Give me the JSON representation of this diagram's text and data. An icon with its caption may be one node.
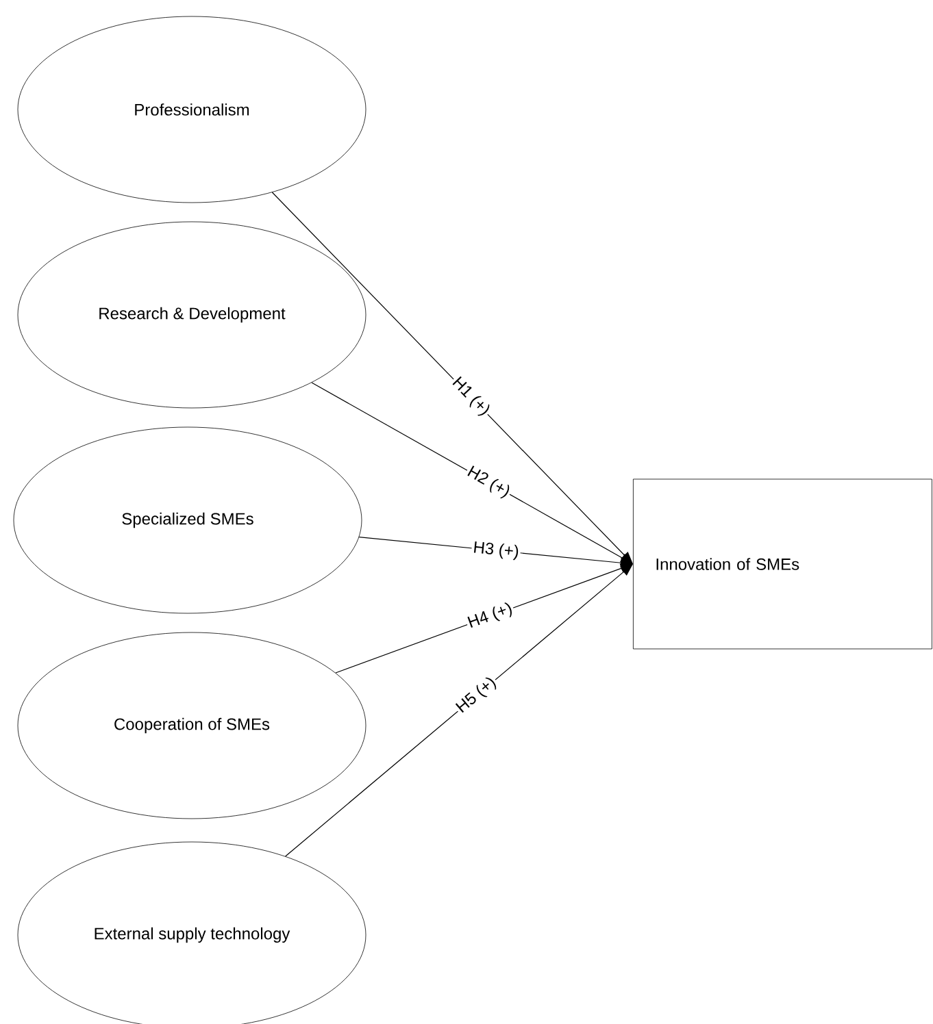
{
  "diagram": {
    "nodes": [
      {
        "text": [
          "Professionalism"
        ]
      },
      {
        "text": [
          "Research & Development"
        ]
      },
      {
        "text": [
          "Specialized SMEs"
        ]
      },
      {
        "text": [
          "Cooperation of SMEs"
        ]
      },
      {
        "text": [
          "External supply technology"
        ]
      },
      {
        "text": [
          "Innovation of SMEs"
        ]
      }
    ],
    "edges": [
      {
        "from": 0,
        "to": 5,
        "arrow": "to",
        "label": "H1 (+)"
      },
      {
        "from": 1,
        "to": 5,
        "arrow": "to",
        "label": "H2 (+)"
      },
      {
        "from": 2,
        "to": 5,
        "arrow": "to",
        "label": "H3 (+)"
      },
      {
        "from": 3,
        "to": 5,
        "arrow": "to",
        "label": "H4 (+)"
      },
      {
        "from": 4,
        "to": 5,
        "arrow": "to",
        "label": "H5 (+)"
      }
    ]
  }
}
